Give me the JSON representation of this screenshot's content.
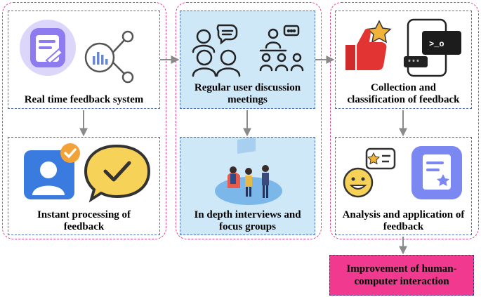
{
  "steps": {
    "realtime": "Real time feedback system",
    "instant": "Instant processing of feedback",
    "meetings": "Regular user discussion meetings",
    "interviews": "In depth interviews and focus groups",
    "collection": "Collection and classification of feedback",
    "analysis": "Analysis and application of feedback",
    "improvement": "Improvement of human-computer interaction"
  },
  "icons": [
    "document-icon",
    "share-chart-icon",
    "user-check-icon",
    "speech-check-icon",
    "discussion-people-icon",
    "presenter-icon",
    "vr-interview-illustration",
    "thumbs-up-star-icon",
    "chat-phone-icon",
    "smiley-rating-icon",
    "rated-document-icon"
  ],
  "colors": {
    "group_border": "#e0418f",
    "box_border": "#4a6fb5",
    "box_fill_blue": "#cfe8f8",
    "final_fill": "#f0398f",
    "arrow": "#8a8a8a"
  }
}
